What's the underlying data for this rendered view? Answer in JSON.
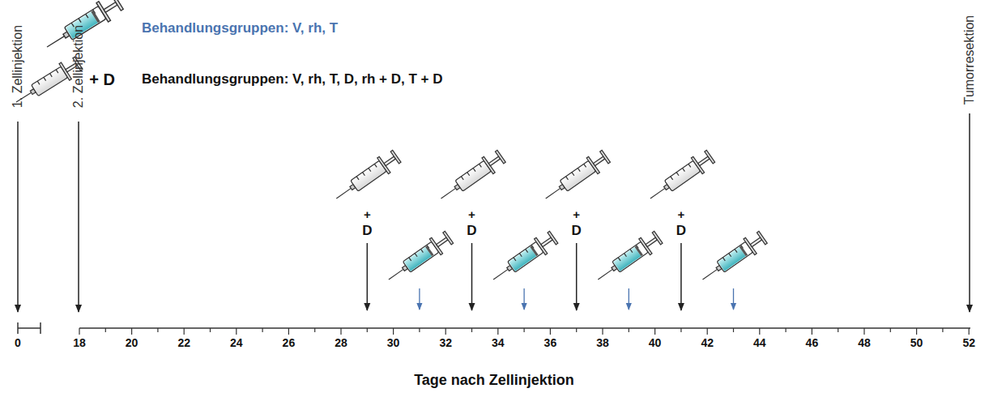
{
  "diagram": {
    "labels": [
      "+ D",
      "1. Zellinjektion",
      "2. Zellinjektion",
      "Tumorresektion",
      "0",
      "18",
      "20",
      "22",
      "24",
      "26",
      "28",
      "30",
      "32",
      "34",
      "36",
      "38",
      "40",
      "42",
      "44",
      "46",
      "48",
      "50",
      "52",
      "+",
      "D",
      "+",
      "D",
      "+",
      "D",
      "+",
      "D",
      "Tage nach Zellinjektion"
    ],
    "legend": [
      {
        "text": "Behandlungsgruppen: V, rh, T"
      },
      {
        "text": "Behandlungsgruppen: V, rh, T, D, rh + D, T + D"
      }
    ]
  }
}
